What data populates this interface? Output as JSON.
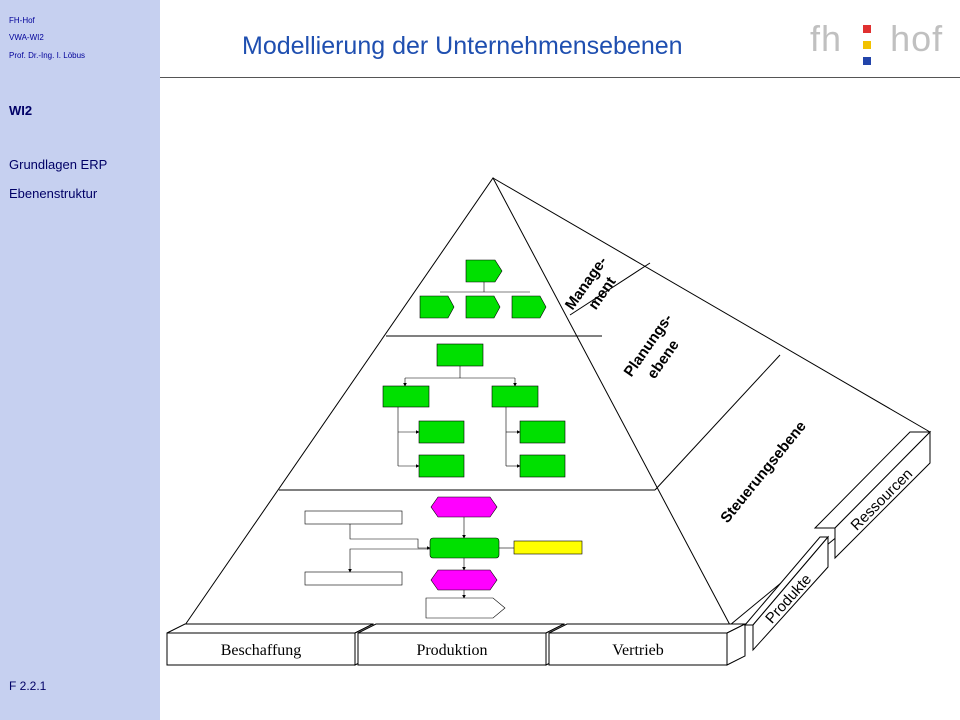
{
  "sidebar": {
    "org": "FH-Hof",
    "course": "VWA-WI2",
    "author": "Prof. Dr.-Ing. I. Löbus",
    "section": "WI2",
    "topic": "Grundlagen ERP",
    "subtopic": "Ebenenstruktur",
    "slide_id": "F 2.2.1"
  },
  "header": {
    "title": "Modellierung der Unternehmensebenen",
    "logo_left": "fh",
    "logo_right": "hof",
    "logo_colors": [
      "#e03030",
      "#f2c200",
      "#2244aa"
    ]
  },
  "pyramid": {
    "levels": [
      "Manage-",
      "ment",
      "Planungs-",
      "ebene",
      "Steuerungsebene"
    ],
    "functions": [
      "Beschaffung",
      "Produktion",
      "Vertrieb"
    ],
    "dimensions": [
      "Ressourcen",
      "Produkte"
    ],
    "colors": {
      "function": "#00e000",
      "event": "#ff00ff",
      "org": "#ffff00"
    }
  }
}
